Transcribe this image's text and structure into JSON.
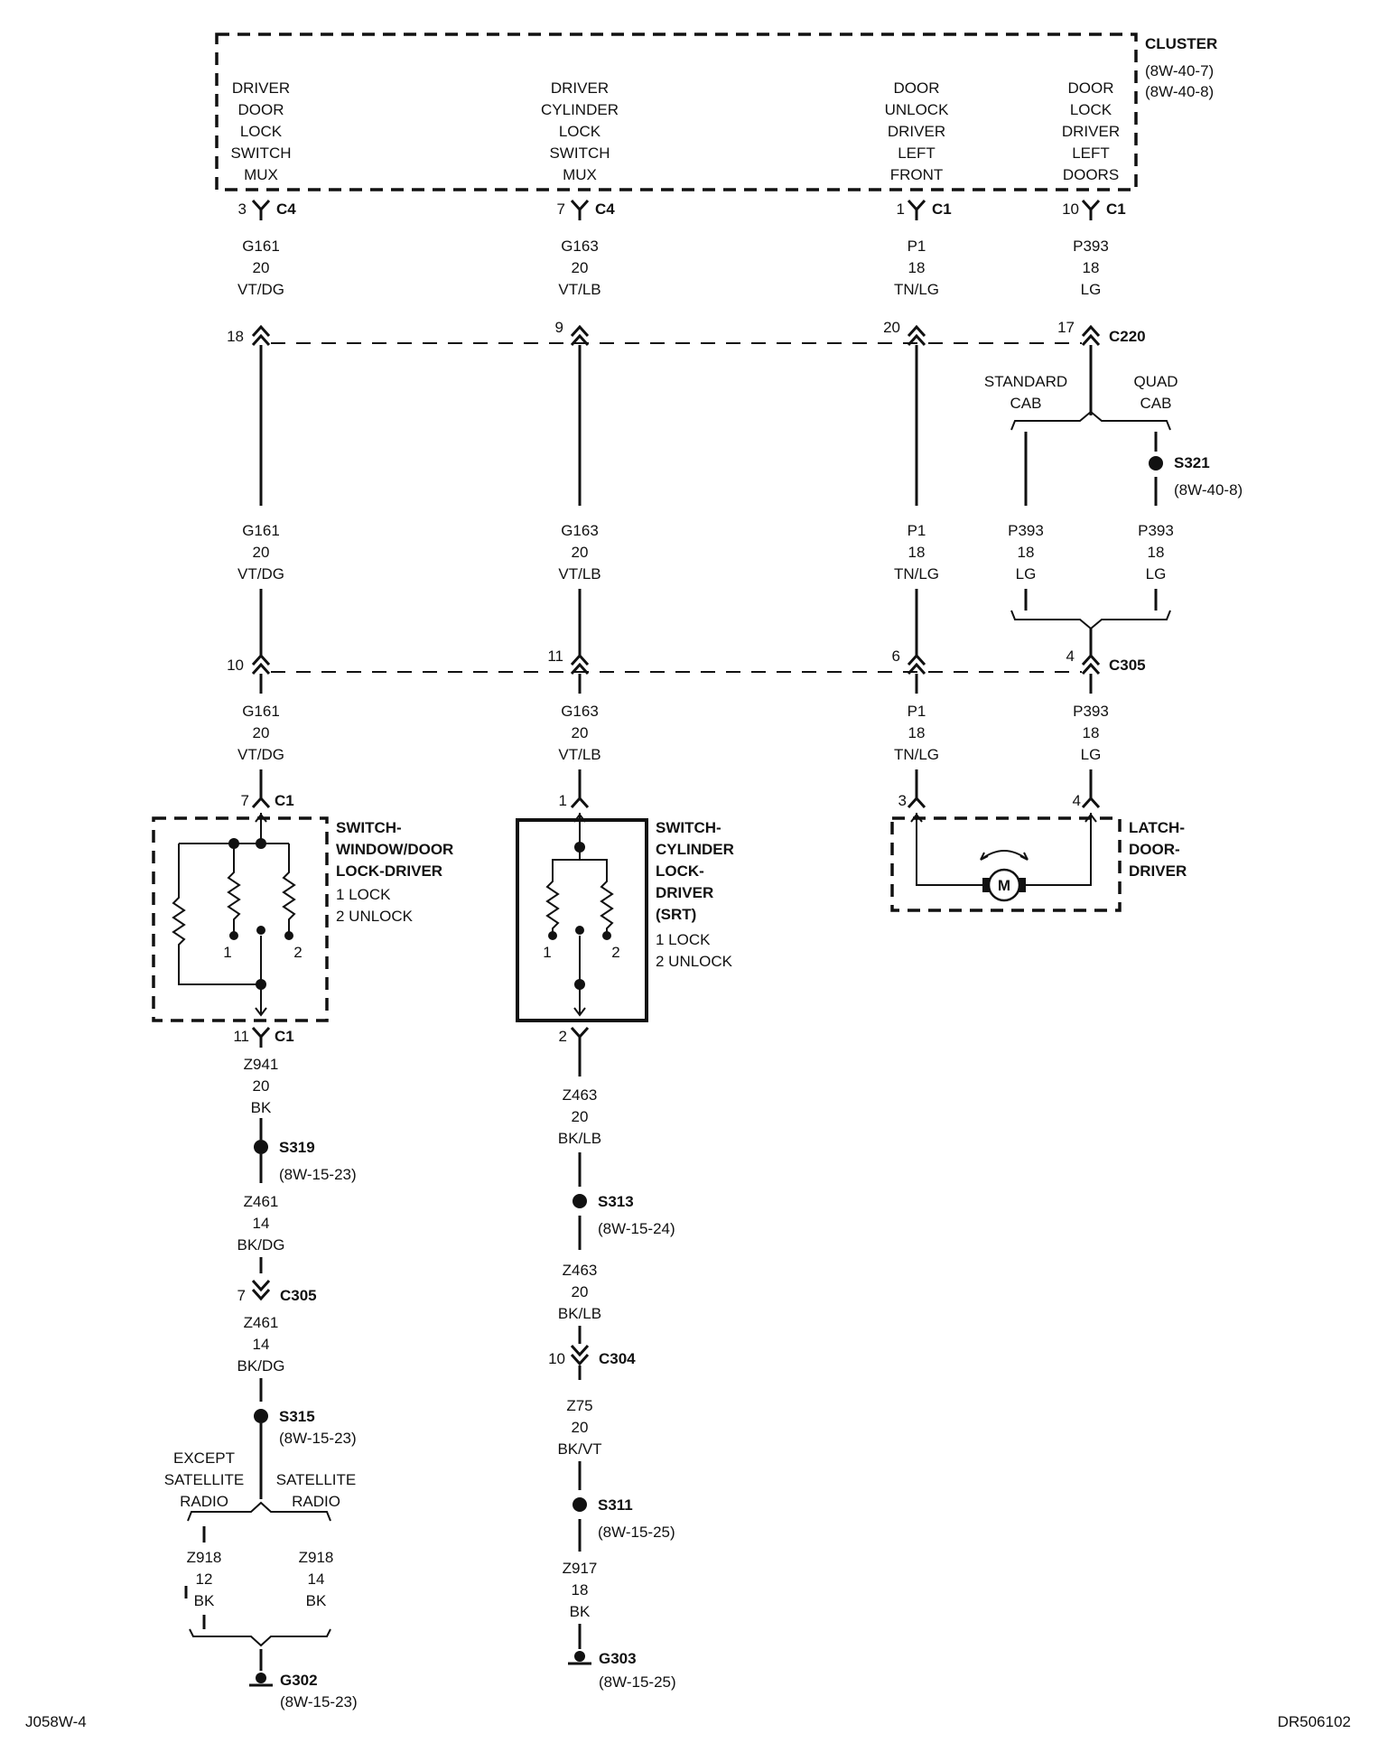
{
  "cluster": {
    "name": "CLUSTER",
    "refs": [
      "(8W-40-7)",
      "(8W-40-8)"
    ],
    "cols": [
      [
        "DRIVER",
        "DOOR",
        "LOCK",
        "SWITCH",
        "MUX"
      ],
      [
        "DRIVER",
        "CYLINDER",
        "LOCK",
        "SWITCH",
        "MUX"
      ],
      [
        "DOOR",
        "UNLOCK",
        "DRIVER",
        "LEFT",
        "FRONT"
      ],
      [
        "DOOR",
        "LOCK",
        "DRIVER",
        "LEFT",
        "DOORS"
      ]
    ]
  },
  "pins_top": [
    {
      "pin": "3",
      "conn": "C4"
    },
    {
      "pin": "7",
      "conn": "C4"
    },
    {
      "pin": "1",
      "conn": "C1"
    },
    {
      "pin": "10",
      "conn": "C1"
    }
  ],
  "wires_top": [
    [
      "G161",
      "20",
      "VT/DG"
    ],
    [
      "G163",
      "20",
      "VT/LB"
    ],
    [
      "P1",
      "18",
      "TN/LG"
    ],
    [
      "P393",
      "18",
      "LG"
    ]
  ],
  "c220": {
    "name": "C220",
    "pins": [
      "18",
      "9",
      "20",
      "17"
    ]
  },
  "cab": {
    "left": [
      "STANDARD",
      "CAB"
    ],
    "right": [
      "QUAD",
      "CAB"
    ]
  },
  "s321": {
    "name": "S321",
    "ref": "(8W-40-8)"
  },
  "wires_mid": [
    [
      "G161",
      "20",
      "VT/DG"
    ],
    [
      "G163",
      "20",
      "VT/LB"
    ],
    [
      "P1",
      "18",
      "TN/LG"
    ],
    [
      "P393",
      "18",
      "LG"
    ],
    [
      "P393",
      "18",
      "LG"
    ]
  ],
  "c305a": {
    "name": "C305",
    "pins": [
      "10",
      "11",
      "6",
      "4"
    ]
  },
  "wires_low": [
    [
      "G161",
      "20",
      "VT/DG"
    ],
    [
      "G163",
      "20",
      "VT/LB"
    ],
    [
      "P1",
      "18",
      "TN/LG"
    ],
    [
      "P393",
      "18",
      "LG"
    ]
  ],
  "sw1": {
    "pin_in": "7",
    "conn_in": "C1",
    "title": [
      "SWITCH-",
      "WINDOW/DOOR",
      "LOCK-DRIVER"
    ],
    "legend": [
      "1 LOCK",
      "2 UNLOCK"
    ],
    "n1": "1",
    "n2": "2",
    "pin_out": "11",
    "conn_out": "C1"
  },
  "sw2": {
    "pin_in": "1",
    "title": [
      "SWITCH-",
      "CYLINDER",
      "LOCK-",
      "DRIVER",
      "(SRT)"
    ],
    "legend": [
      "1 LOCK",
      "2 UNLOCK"
    ],
    "n1": "1",
    "n2": "2",
    "pin_out": "2"
  },
  "latch": {
    "pin_a": "3",
    "pin_b": "4",
    "title": [
      "LATCH-",
      "DOOR-",
      "DRIVER"
    ],
    "motor": "M"
  },
  "left_chain": {
    "w1": [
      "Z941",
      "20",
      "BK"
    ],
    "s319": {
      "name": "S319",
      "ref": "(8W-15-23)"
    },
    "w2": [
      "Z461",
      "14",
      "BK/DG"
    ],
    "c305": {
      "pin": "7",
      "name": "C305"
    },
    "w3": [
      "Z461",
      "14",
      "BK/DG"
    ],
    "s315": {
      "name": "S315",
      "ref": "(8W-15-23)"
    },
    "opt_left": [
      "EXCEPT",
      "SATELLITE",
      "RADIO"
    ],
    "opt_right": [
      "SATELLITE",
      "RADIO"
    ],
    "w4": [
      "Z918",
      "12",
      "BK"
    ],
    "w5": [
      "Z918",
      "14",
      "BK"
    ],
    "g302": {
      "name": "G302",
      "ref": "(8W-15-23)"
    }
  },
  "mid_chain": {
    "w1": [
      "Z463",
      "20",
      "BK/LB"
    ],
    "s313": {
      "name": "S313",
      "ref": "(8W-15-24)"
    },
    "w2": [
      "Z463",
      "20",
      "BK/LB"
    ],
    "c304": {
      "pin": "10",
      "name": "C304"
    },
    "w3": [
      "Z75",
      "20",
      "BK/VT"
    ],
    "s311": {
      "name": "S311",
      "ref": "(8W-15-25)"
    },
    "w4": [
      "Z917",
      "18",
      "BK"
    ],
    "g303": {
      "name": "G303",
      "ref": "(8W-15-25)"
    }
  },
  "footer": {
    "left": "J058W-4",
    "right": "DR506102"
  }
}
